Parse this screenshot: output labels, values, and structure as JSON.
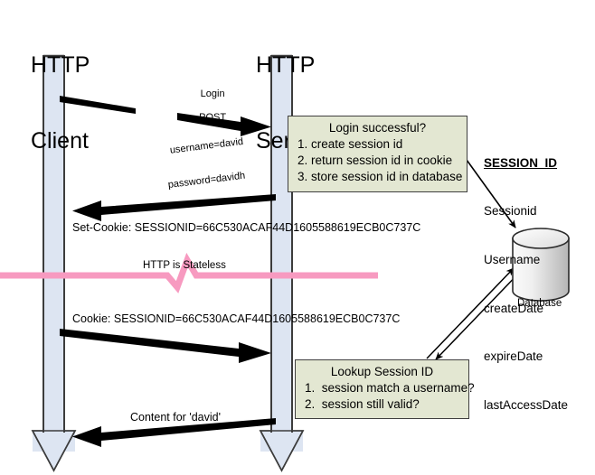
{
  "diagram": {
    "title": "HTTP session / cookie sequence diagram",
    "colors": {
      "lifeline_fill": "#dde5f2",
      "lifeline_stroke": "#404040",
      "box_fill": "#e3e7d2",
      "box_stroke": "#3f3f3f",
      "arrow": "#000000",
      "stateless_line": "#f79ac0",
      "database_light": "#f7f7f7",
      "database_dark": "#b8b8b8"
    },
    "lifelines": [
      {
        "id": "client",
        "line1": "HTTP",
        "line2": "Client"
      },
      {
        "id": "server",
        "line1": "HTTP",
        "line2": "Server"
      }
    ],
    "messages": [
      {
        "id": "login-request",
        "lines": [
          "Login",
          "POST",
          "username=david",
          "password=davidh"
        ],
        "direction": "client-to-server"
      },
      {
        "id": "set-cookie-response",
        "label": "Set-Cookie: SESSIONID=66C530ACAF44D1605588619ECB0C737C",
        "direction": "server-to-client"
      },
      {
        "id": "cookie-request",
        "label": "Cookie: SESSIONID=66C530ACAF44D1605588619ECB0C737C",
        "direction": "client-to-server"
      },
      {
        "id": "content-response",
        "label": "Content for 'david'",
        "direction": "server-to-client"
      }
    ],
    "stateless_divider": {
      "label": "HTTP is Stateless"
    },
    "process_boxes": [
      {
        "id": "login-box",
        "title": "Login successful?",
        "steps": [
          "1. create session id",
          "2. return session id in cookie",
          "3. store session id in database"
        ]
      },
      {
        "id": "lookup-box",
        "title": "Lookup Session ID",
        "steps": [
          "1.  session match a username?",
          "2.  session still valid?"
        ]
      }
    ],
    "schema": {
      "title": "SESSION_ID",
      "fields": [
        "Sessionid",
        "Username",
        "createDate",
        "expireDate",
        "lastAccessDate"
      ]
    },
    "database": {
      "caption": "Database"
    }
  }
}
